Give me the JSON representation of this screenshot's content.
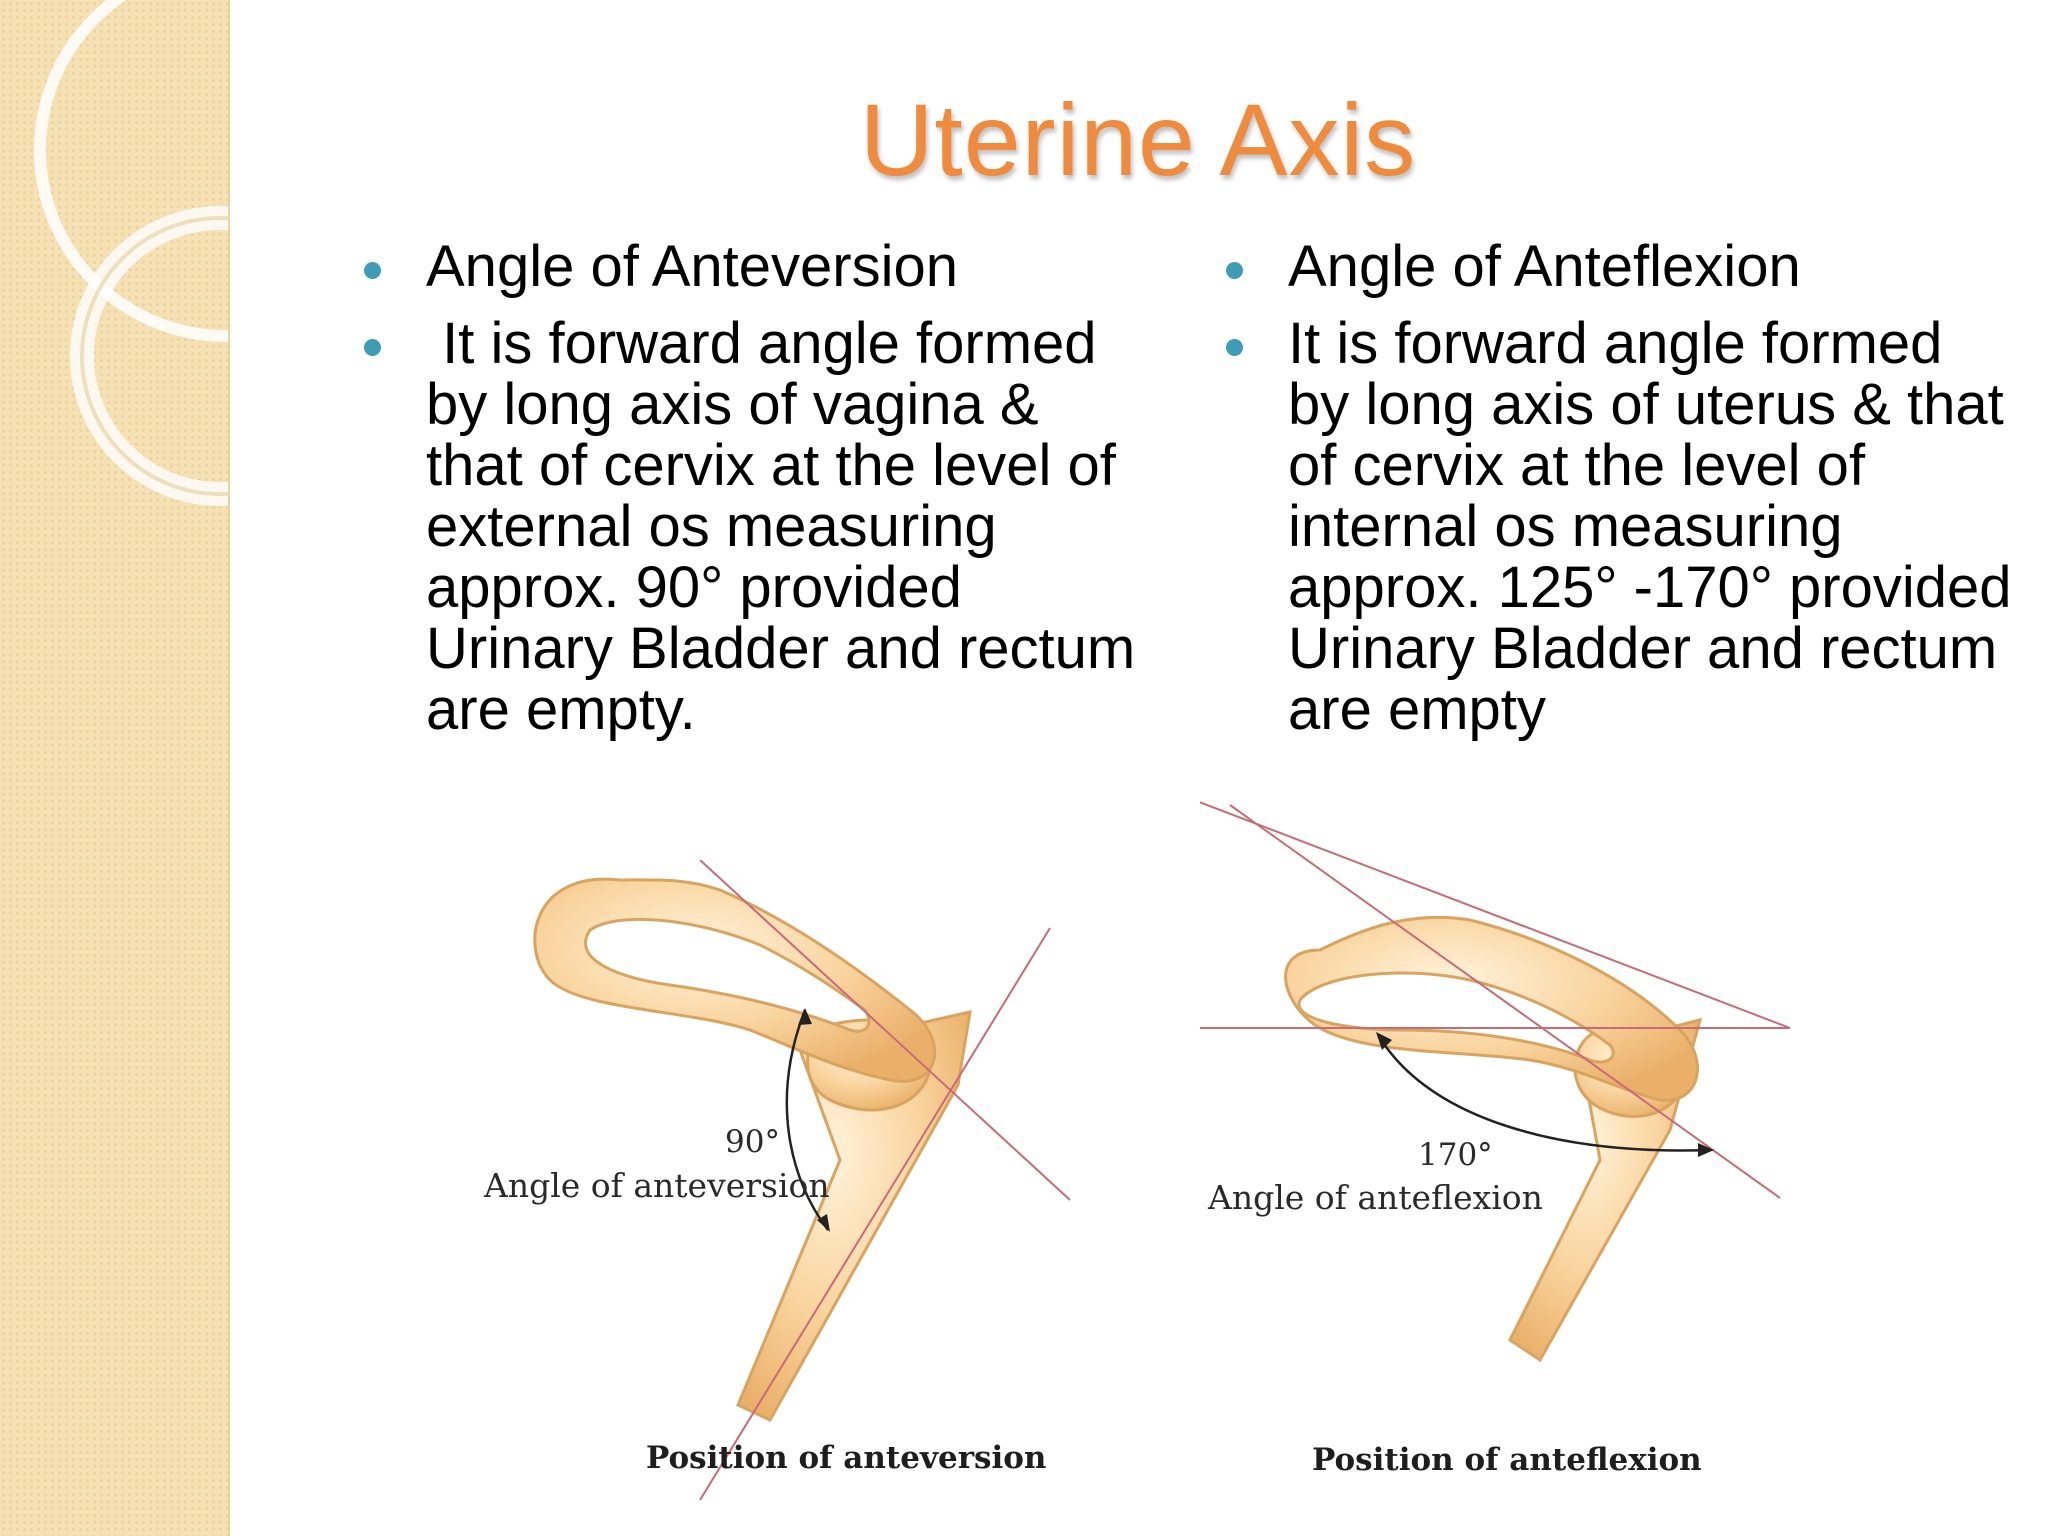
{
  "title": "Uterine Axis",
  "left_column": {
    "heading": "Angle of Anteversion",
    "description": " It is forward angle formed by long axis of vagina & that of cervix at the level of external os measuring approx. 90° provided Urinary Bladder and rectum are empty."
  },
  "right_column": {
    "heading": "Angle of Anteflexion",
    "description": "It is forward angle formed by long axis of uterus & that of cervix at the level of internal os measuring approx. 125° -170° provided Urinary Bladder and rectum are empty"
  },
  "figure_left": {
    "angle_value": "90°",
    "angle_label": "Angle of anteversion",
    "caption": "Position of anteversion"
  },
  "figure_right": {
    "angle_value": "170°",
    "angle_label": "Angle of anteflexion",
    "caption": "Position of anteflexion"
  },
  "colors": {
    "title": "#f08a3c",
    "bullet": "#3e9db5",
    "uterus_fill": "#f7cf97",
    "uterus_stroke": "#d9a45f",
    "axis_line": "#c96a78"
  }
}
